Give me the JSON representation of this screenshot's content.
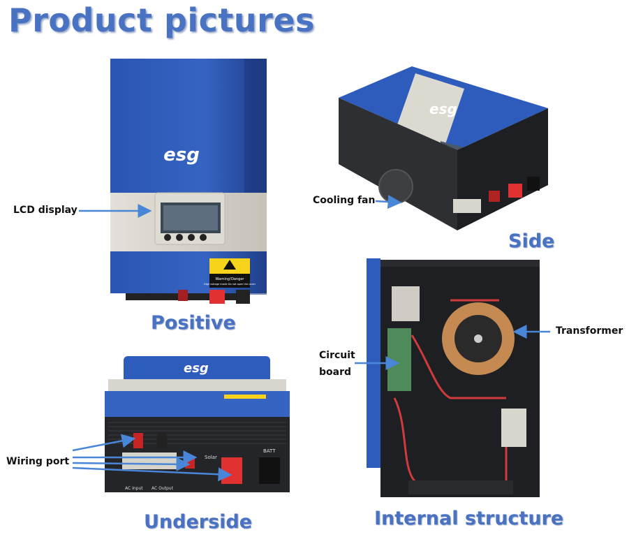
{
  "page": {
    "title": "Product pictures"
  },
  "brand": {
    "logo_text": "esg"
  },
  "colors": {
    "accent": "#4a72c2",
    "panel_blue": "#2c58b8",
    "panel_grey": "#d7d4cc",
    "arrow": "#4a86d8"
  },
  "views": {
    "positive": {
      "caption": "Positive",
      "warning_title": "Warning!Danger",
      "warning_text": "High voltage inside Do not open the cover",
      "callouts": [
        "LCD display"
      ]
    },
    "side": {
      "caption": "Side",
      "callouts": [
        "Cooling fan"
      ]
    },
    "underside": {
      "caption": "Underside",
      "callouts": [
        "Wiring port"
      ],
      "port_labels": {
        "solar": "Solar",
        "batt": "BATT",
        "ac_input": "AC Input",
        "ac_output": "AC Output"
      }
    },
    "internal": {
      "caption": "Internal structure",
      "callouts": [
        "Transformer",
        "Circuit",
        "board"
      ]
    }
  }
}
